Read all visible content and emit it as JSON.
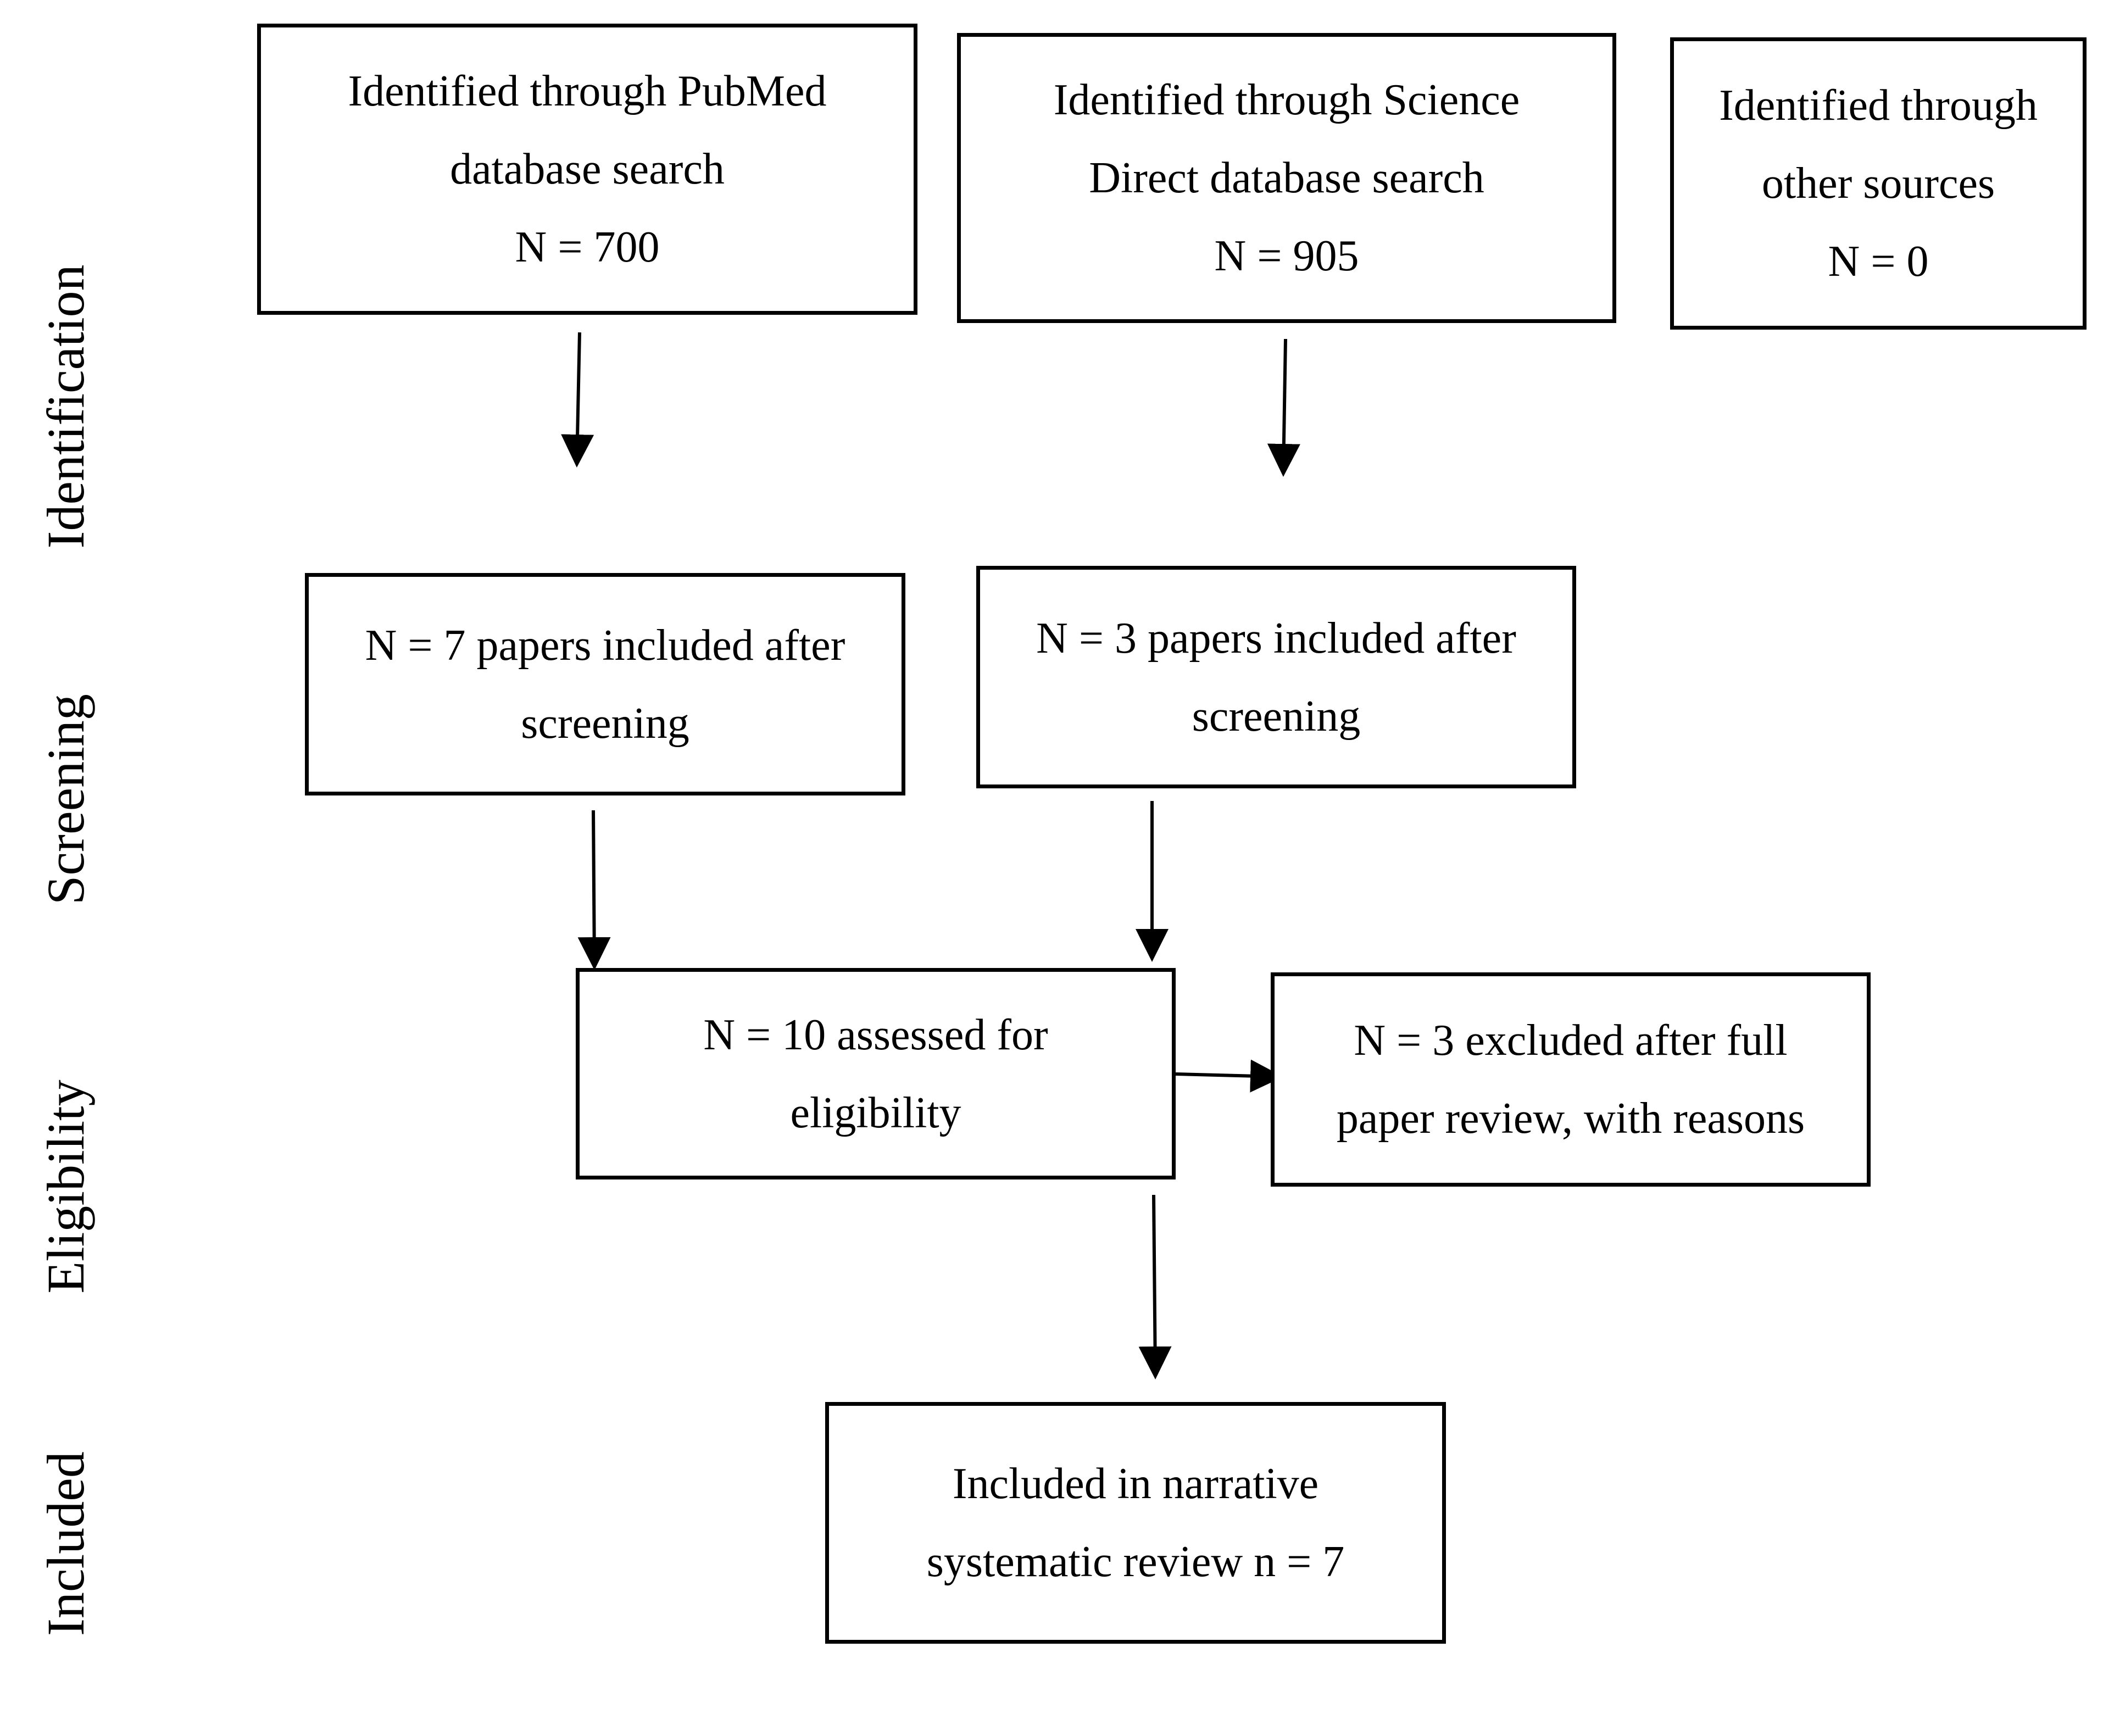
{
  "stages": {
    "identification": "Identification",
    "screening": "Screening",
    "eligibility": "Eligibility",
    "included": "Included"
  },
  "boxes": {
    "pubmed": {
      "line1": "Identified through PubMed",
      "line2": "database search",
      "line3": "N = 700"
    },
    "science_direct": {
      "line1": "Identified through Science",
      "line2": "Direct database search",
      "line3": "N = 905"
    },
    "other_sources": {
      "line1": "Identified through",
      "line2": "other sources",
      "line3": "N = 0"
    },
    "screen_pubmed": {
      "line1": "N = 7 papers included after",
      "line2": "screening"
    },
    "screen_science_direct": {
      "line1": "N = 3 papers included after",
      "line2": "screening"
    },
    "eligibility": {
      "line1": "N = 10 assessed for",
      "line2": "eligibility"
    },
    "excluded": {
      "line1": "N = 3 excluded after full",
      "line2": "paper review, with reasons"
    },
    "included": {
      "line1": "Included in narrative",
      "line2": "systematic review n = 7"
    }
  }
}
